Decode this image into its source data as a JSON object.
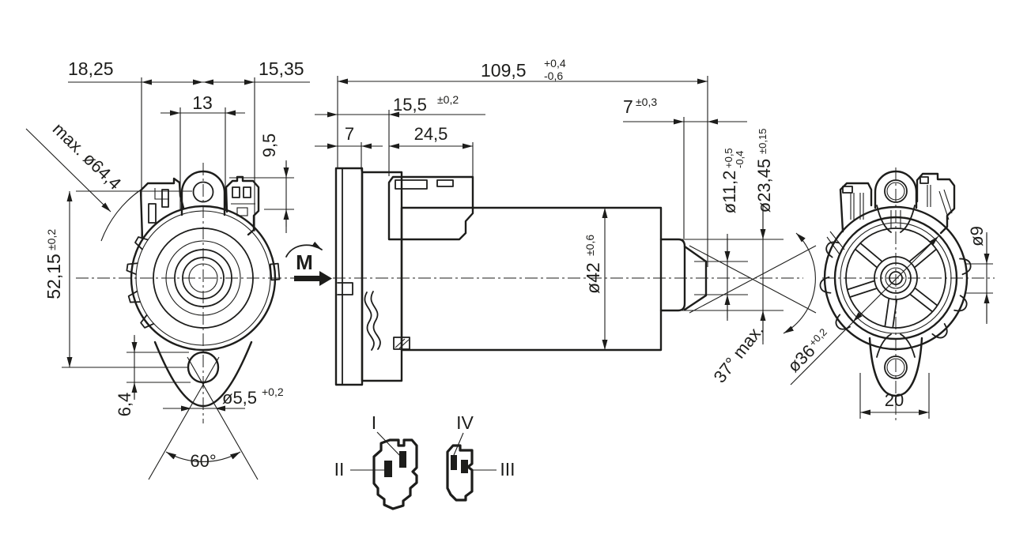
{
  "page": {
    "background": "#ffffff",
    "ink": "#1d1d1b",
    "description": "Technical dimension drawing of a small electric motor, three orthographic views plus connector pinout"
  },
  "fv": {
    "dim_18_25": "18,25",
    "dim_15_35": "15,35",
    "dim_13": "13",
    "dim_9_5": "9,5",
    "dim_max64": "max. ø64,4",
    "dim_52_15": "52,15",
    "dim_52_15_tol": "±0,2",
    "dim_6_4": "6,4",
    "dim_5_5": "ø5,5",
    "dim_5_5_tol": "+0,2",
    "dim_60": "60°",
    "rot": "M"
  },
  "sv": {
    "dim_109_5": "109,5",
    "dim_109_5_p": "+0,4",
    "dim_109_5_m": "-0,6",
    "dim_15_5": "15,5",
    "dim_15_5_tol": "±0,2",
    "dim_7a": "7",
    "dim_24_5": "24,5",
    "dim_7b": "7",
    "dim_7b_tol": "±0,3",
    "dim_42": "ø42",
    "dim_42_tol": "±0,6",
    "dim_11_2": "ø11,2",
    "dim_11_2_p": "+0,5",
    "dim_11_2_m": "-0,4",
    "dim_23_45": "ø23,45",
    "dim_23_45_tol": "±0,15",
    "dim_37": "37° max."
  },
  "rv": {
    "dim_36": "ø36",
    "dim_36_tol": "+0,2",
    "dim_9": "ø9",
    "dim_20": "20"
  },
  "pins": {
    "p1": "I",
    "p2": "II",
    "p3": "III",
    "p4": "IV"
  }
}
